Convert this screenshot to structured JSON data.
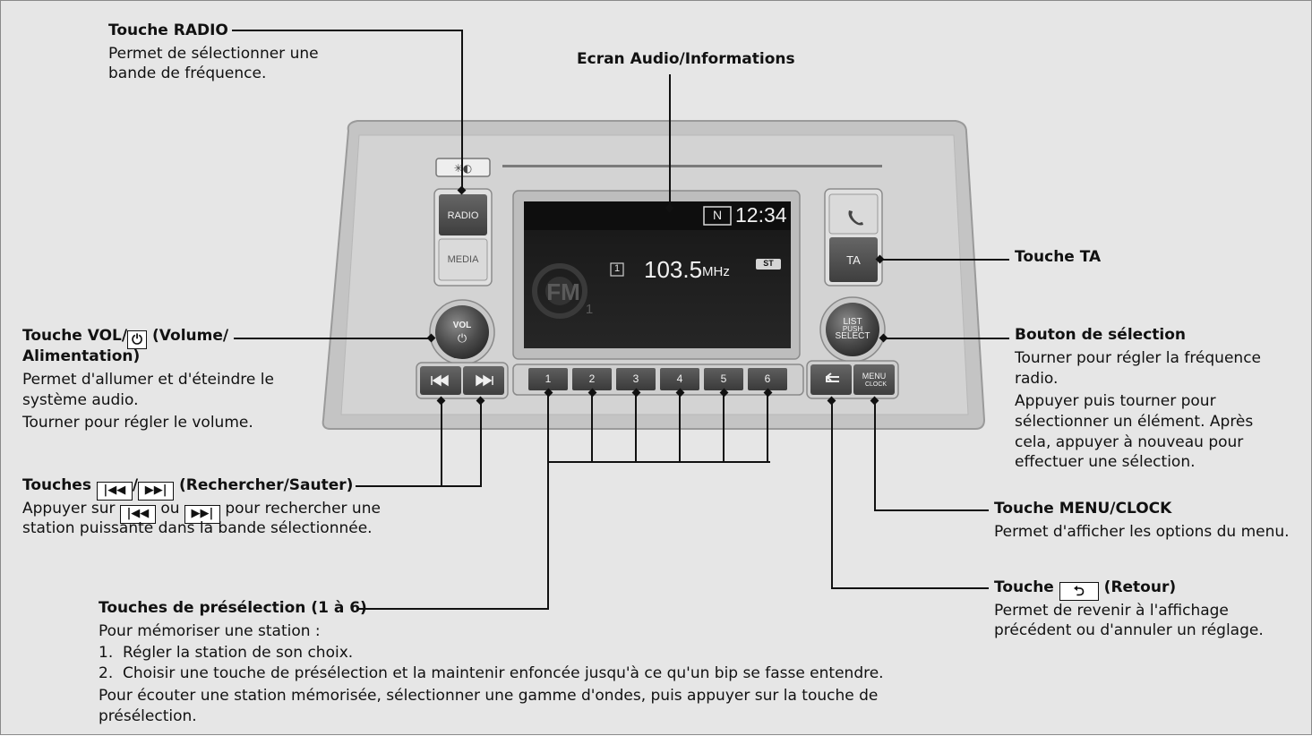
{
  "display": {
    "band_mark": "N",
    "clock": "12:34",
    "preset_number": "1",
    "frequency": "103.5",
    "unit": "MHz",
    "stereo_badge": "ST",
    "band_watermark": "FM",
    "band_watermark_sub": "1"
  },
  "panel_buttons": {
    "radio": "RADIO",
    "media": "MEDIA",
    "ta": "TA",
    "vol": "VOL",
    "select_line1": "LIST",
    "select_line2": "PUSH",
    "select_line3": "SELECT",
    "menu": "MENU",
    "menu_sub": "CLOCK",
    "presets": [
      "1",
      "2",
      "3",
      "4",
      "5",
      "6"
    ]
  },
  "callouts": {
    "radio": {
      "title": "Touche RADIO",
      "desc": [
        "Permet de sélectionner une",
        "bande de fréquence."
      ]
    },
    "screen": {
      "title": "Ecran Audio/Informations"
    },
    "ta": {
      "title": "Touche TA"
    },
    "vol": {
      "title_pre": "Touche VOL/",
      "title_post": " (Volume/",
      "title_line2": "Alimentation)",
      "desc": [
        "Permet d'allumer et d'éteindre le",
        "système audio.",
        "Tourner pour régler le volume."
      ]
    },
    "select": {
      "title": "Bouton de sélection",
      "desc": [
        "Tourner pour régler la fréquence",
        "radio.",
        "Appuyer puis tourner pour",
        "sélectionner un élément. Après",
        "cela, appuyer à nouveau pour",
        "effectuer une sélection."
      ]
    },
    "seek": {
      "title_pre": "Touches ",
      "title_sep": "/",
      "title_post": " (Rechercher/Sauter)",
      "desc_pre": "Appuyer sur ",
      "desc_mid": " ou ",
      "desc_post": " pour rechercher une",
      "desc_line2": "station puissante dans la bande sélectionnée."
    },
    "menu": {
      "title": "Touche MENU/CLOCK",
      "desc": "Permet d'afficher les options du menu."
    },
    "back": {
      "title_pre": "Touche ",
      "title_post": " (Retour)",
      "desc": [
        "Permet de revenir à l'affichage",
        "précédent ou d'annuler un réglage."
      ]
    },
    "preset": {
      "title": "Touches de présélection (1 à 6)",
      "intro": "Pour mémoriser une station :",
      "steps": [
        "1.  Régler la station de son choix.",
        "2.  Choisir une touche de présélection et la maintenir enfoncée jusqu'à ce qu'un bip se fasse entendre."
      ],
      "outro": [
        "Pour écouter une station mémorisée, sélectionner une gamme d'ondes, puis appuyer sur la touche de",
        "présélection."
      ]
    }
  },
  "colors": {
    "background": "#e6e6e6",
    "panel_bezel": "#c8c8c8",
    "panel_face": "#d2d2d2",
    "screen": "#1c1c1c",
    "button": "#4d4d4d",
    "callout_line": "#111111"
  }
}
